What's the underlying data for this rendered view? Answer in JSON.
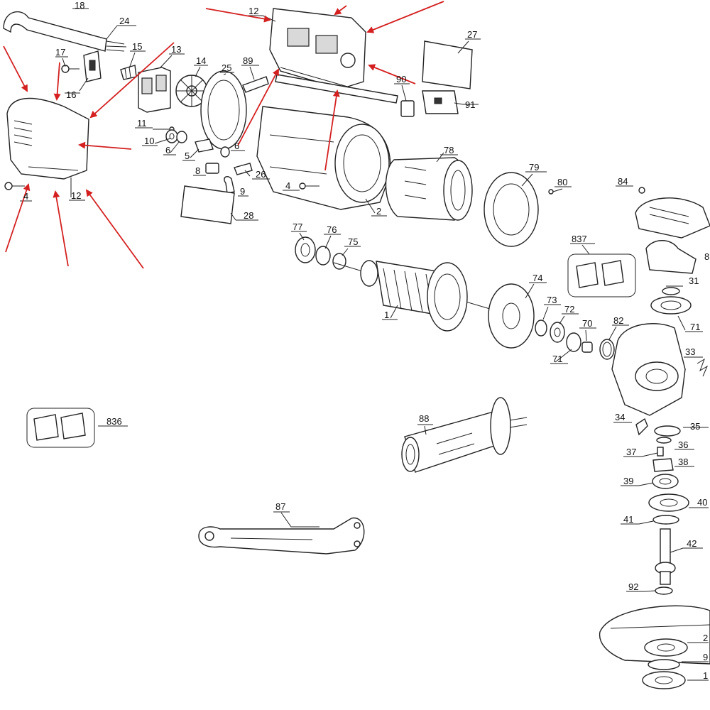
{
  "accent_color": "#d42020",
  "labels": {
    "p18": "18",
    "p24": "24",
    "p17": "17",
    "p15": "15",
    "p16": "16",
    "p13": "13",
    "p14": "14",
    "p25": "25",
    "p89": "89",
    "p12a": "12",
    "p27": "27",
    "p90": "90",
    "p91": "91",
    "p11": "11",
    "p10": "10",
    "p6a": "6",
    "p5": "5",
    "p6b": "6",
    "p8": "8",
    "p26": "26",
    "p9": "9",
    "p4a": "4",
    "p4b": "4",
    "p12b": "12",
    "p28": "28",
    "p2": "2",
    "p78": "78",
    "p79": "79",
    "p80": "80",
    "p84": "84",
    "p77": "77",
    "p76": "76",
    "p75": "75",
    "p837": "837",
    "p8x": "8",
    "p31": "31",
    "p74": "74",
    "p1": "1",
    "p73": "73",
    "p72": "72",
    "p70": "70",
    "p82": "82",
    "p71a": "71",
    "p71b": "71",
    "p33": "33",
    "p34": "34",
    "p35": "35",
    "p36": "36",
    "p37": "37",
    "p38": "38",
    "p39": "39",
    "p40": "40",
    "p41": "41",
    "p42": "42",
    "p92": "92",
    "p2x": "2",
    "p9x": "9",
    "p1x": "1",
    "p836": "836",
    "p88": "88",
    "p87": "87"
  }
}
